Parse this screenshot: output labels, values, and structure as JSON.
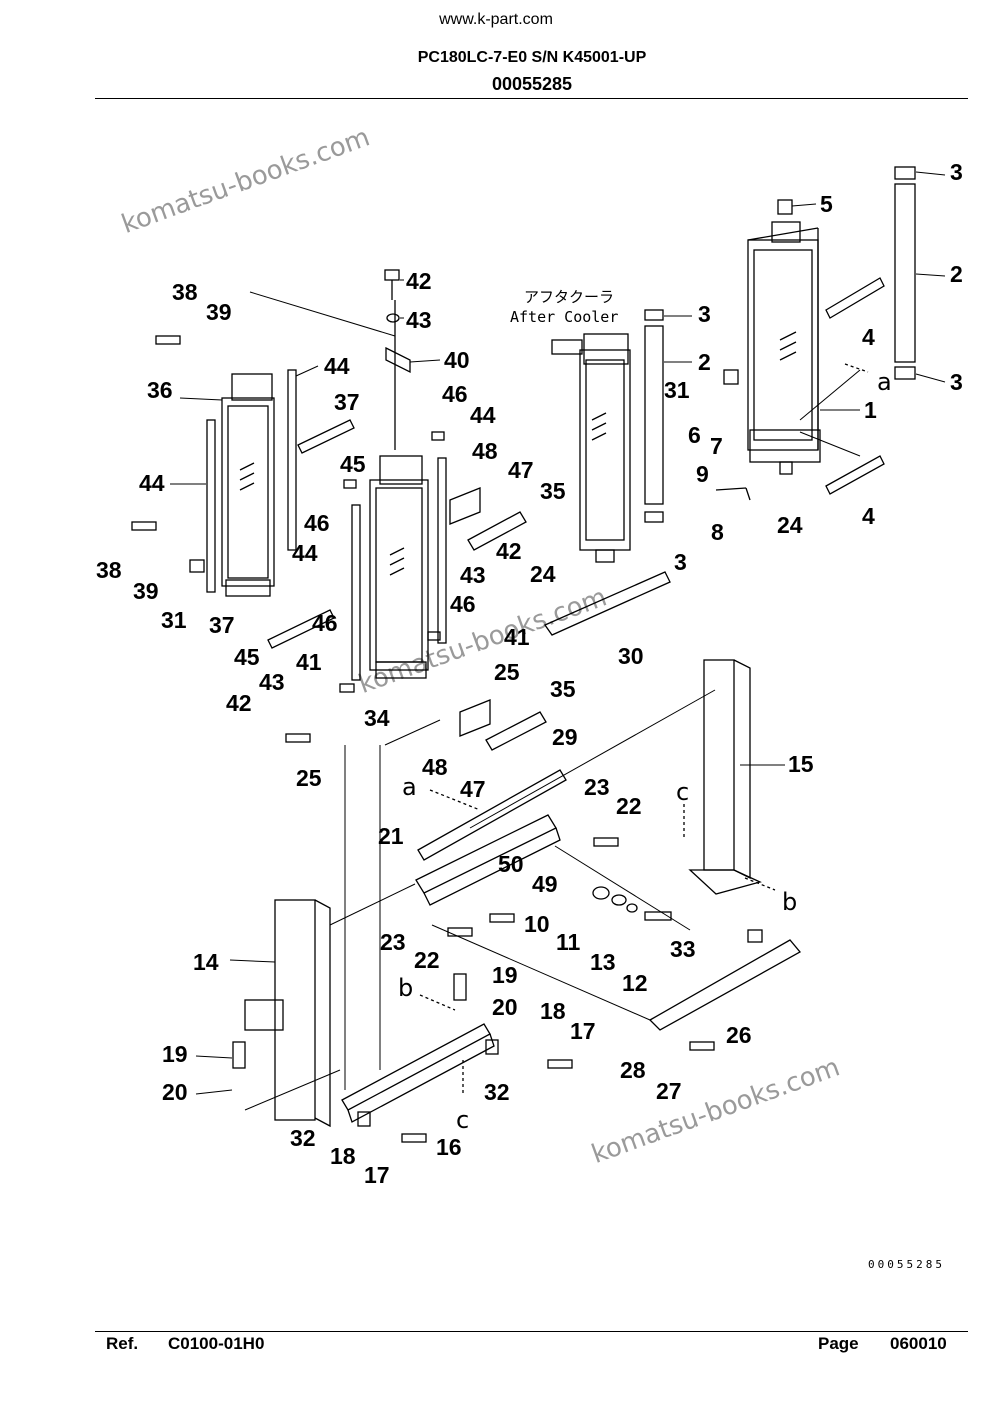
{
  "header": {
    "site": "www.k-part.com",
    "model": "PC180LC-7-E0 S/N K45001-UP",
    "part_number": "00055285"
  },
  "footer": {
    "ref_label": "Ref.",
    "ref_value": "C0100-01H0",
    "page_label": "Page",
    "page_value": "060010",
    "drawing_code": "00055285"
  },
  "watermark": "komatsu-books.com",
  "diagram": {
    "after_cooler_jp": "アフタクーラ",
    "after_cooler_en": "After Cooler",
    "callouts": [
      "1",
      "2",
      "3",
      "4",
      "5",
      "6",
      "7",
      "8",
      "9",
      "10",
      "11",
      "12",
      "13",
      "14",
      "15",
      "16",
      "17",
      "18",
      "19",
      "20",
      "21",
      "22",
      "23",
      "24",
      "25",
      "26",
      "27",
      "28",
      "29",
      "30",
      "31",
      "32",
      "33",
      "34",
      "35",
      "36",
      "37",
      "38",
      "39",
      "40",
      "41",
      "42",
      "43",
      "44",
      "45",
      "46",
      "47",
      "48",
      "49",
      "50"
    ],
    "reference_letters": [
      "a",
      "b",
      "c"
    ]
  }
}
